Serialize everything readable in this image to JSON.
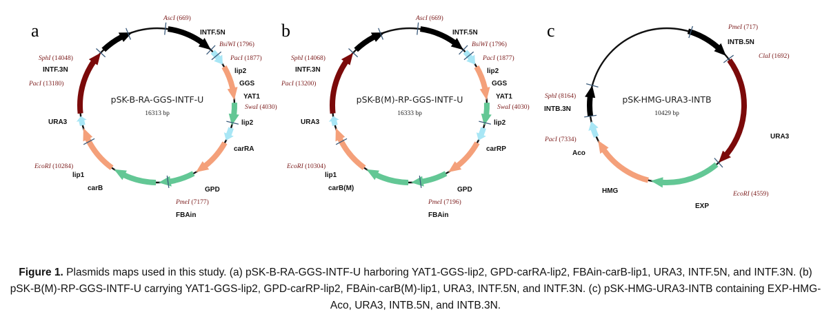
{
  "panels": [
    {
      "letter": "a",
      "name": "pSK-B-RA-GGS-INTF-U",
      "size": "16313 bp",
      "features": [
        {
          "label": "INTF.5N"
        },
        {
          "label": "lip2"
        },
        {
          "label": "GGS"
        },
        {
          "label": "YAT1"
        },
        {
          "label": "lip2"
        },
        {
          "label": "carRA"
        },
        {
          "label": "GPD"
        },
        {
          "label": "FBAin"
        },
        {
          "label": "carB"
        },
        {
          "label": "lip1"
        },
        {
          "label": "URA3"
        },
        {
          "label": "INTF.3N"
        }
      ],
      "sites": [
        {
          "enzyme": "AscI",
          "pos": "(669)"
        },
        {
          "enzyme": "BsiWI",
          "pos": "(1796)"
        },
        {
          "enzyme": "PacI",
          "pos": "(1877)"
        },
        {
          "enzyme": "SwaI",
          "pos": "(4030)"
        },
        {
          "enzyme": "PmeI",
          "pos": "(7177)"
        },
        {
          "enzyme": "EcoRI",
          "pos": "(10284)"
        },
        {
          "enzyme": "PacI",
          "pos": "(13180)"
        },
        {
          "enzyme": "SphI",
          "pos": "(14048)"
        }
      ]
    },
    {
      "letter": "b",
      "name": "pSK-B(M)-RP-GGS-INTF-U",
      "size": "16333 bp",
      "features": [
        {
          "label": "INTF.5N"
        },
        {
          "label": "lip2"
        },
        {
          "label": "GGS"
        },
        {
          "label": "YAT1"
        },
        {
          "label": "lip2"
        },
        {
          "label": "carRP"
        },
        {
          "label": "GPD"
        },
        {
          "label": "FBAin"
        },
        {
          "label": "carB(M)"
        },
        {
          "label": "lip1"
        },
        {
          "label": "URA3"
        },
        {
          "label": "INTF.3N"
        }
      ],
      "sites": [
        {
          "enzyme": "AscI",
          "pos": "(669)"
        },
        {
          "enzyme": "BsiWI",
          "pos": "(1796)"
        },
        {
          "enzyme": "PacI",
          "pos": "(1877)"
        },
        {
          "enzyme": "SwaI",
          "pos": "(4030)"
        },
        {
          "enzyme": "PmeI",
          "pos": "(7196)"
        },
        {
          "enzyme": "EcoRI",
          "pos": "(10304)"
        },
        {
          "enzyme": "PacI",
          "pos": "(13200)"
        },
        {
          "enzyme": "SphI",
          "pos": "(14068)"
        }
      ]
    },
    {
      "letter": "c",
      "name": "pSK-HMG-URA3-INTB",
      "size": "10429 bp",
      "features": [
        {
          "label": "INTB.5N"
        },
        {
          "label": "URA3"
        },
        {
          "label": "EXP"
        },
        {
          "label": "HMG"
        },
        {
          "label": "Aco"
        },
        {
          "label": "INTB.3N"
        }
      ],
      "sites": [
        {
          "enzyme": "PmeI",
          "pos": "(717)"
        },
        {
          "enzyme": "ClaI",
          "pos": "(1692)"
        },
        {
          "enzyme": "EcoRI",
          "pos": "(4559)"
        },
        {
          "enzyme": "PacI",
          "pos": "(7334)"
        },
        {
          "enzyme": "SphI",
          "pos": "(8164)"
        }
      ]
    }
  ],
  "caption": {
    "title": "Figure 1.",
    "text": " Plasmids maps used in this study. (a) pSK-B-RA-GGS-INTF-U harboring YAT1-GGS-lip2, GPD-carRA-lip2, FBAin-carB-lip1, URA3, INTF.5N, and INTF.3N. (b) pSK-B(M)-RP-GGS-INTF-U carrying YAT1-GGS-lip2, GPD-carRP-lip2, FBAin-carB(M)-lip1, URA3, INTF.5N, and INTF.3N. (c) pSK-HMG-URA3-INTB containing EXP-HMG-Aco, URA3, INTB.5N, and INTB.3N."
  },
  "colors": {
    "integration": "#000000",
    "marker": "#7b0a0a",
    "gene": "#f4a07a",
    "promoter": "#63c795",
    "terminator": "#a8e6f5",
    "site_tick": "#3a5a7a"
  }
}
